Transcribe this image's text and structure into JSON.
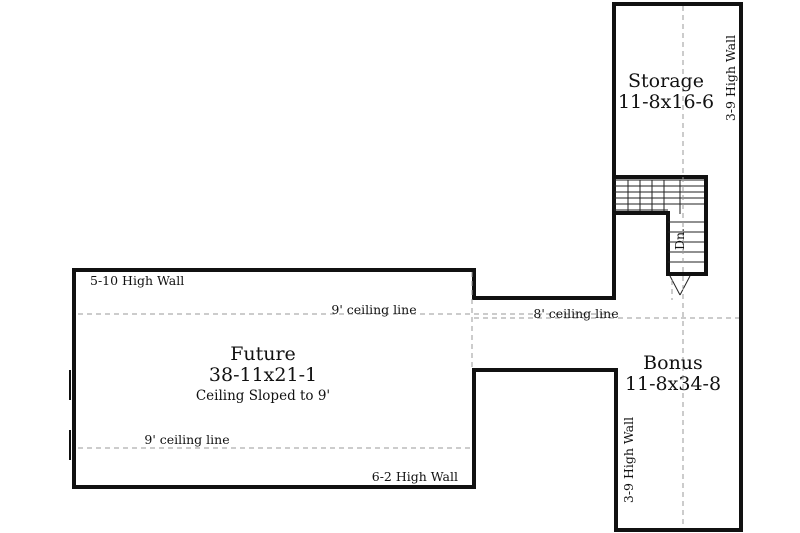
{
  "plan": {
    "rooms": {
      "future": {
        "name": "Future",
        "dimensions": "38-11x21-1",
        "note": "Ceiling Sloped to 9'"
      },
      "storage": {
        "name": "Storage",
        "dimensions": "11-8x16-6"
      },
      "bonus": {
        "name": "Bonus",
        "dimensions": "11-8x34-8"
      }
    },
    "wall_labels": {
      "future_top": "5-10 High Wall",
      "future_bottom": "6-2 High Wall",
      "right_upper": "3-9 High Wall",
      "right_lower": "3-9 High Wall"
    },
    "ceiling_lines": {
      "future_upper": "9' ceiling line",
      "future_lower": "9' ceiling line",
      "connector": "8' ceiling line"
    },
    "stair_label": "Dn."
  }
}
